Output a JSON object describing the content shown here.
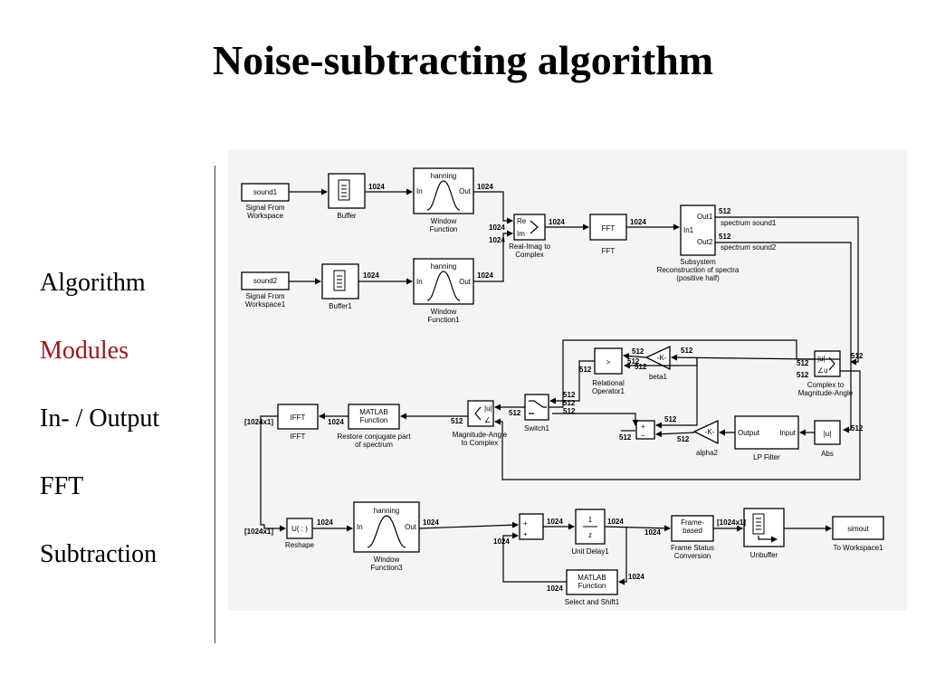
{
  "title": "Noise-subtracting algorithm",
  "nav": {
    "items": [
      "Algorithm",
      "Modules",
      "In- / Output",
      "FFT",
      "Subtraction"
    ],
    "active_index": 1,
    "active_color": "#9c1515"
  },
  "diagram": {
    "blocks": {
      "sound1": {
        "text": "sound1",
        "label": "Signal From\nWorkspace"
      },
      "buffer": {
        "label": "Buffer"
      },
      "win": {
        "text": "hanning",
        "in": "In",
        "out": "Out",
        "label": "Window\nFunction"
      },
      "sound2": {
        "text": "sound2",
        "label": "Signal From\nWorkspace1"
      },
      "buffer1": {
        "label": "Buffer1"
      },
      "win1": {
        "text": "hanning",
        "in": "In",
        "out": "Out",
        "label": "Window\nFunction1"
      },
      "ri2c": {
        "re": "Re",
        "im": "Im",
        "label": "Real-Imag to\nComplex"
      },
      "fft": {
        "text": "FFT",
        "label": "FFT"
      },
      "subsys": {
        "in": "In1",
        "out1": "Out1",
        "out2": "Out2",
        "label": "Subsystem\nReconstruction of spectra\n(positive half)"
      },
      "c2ma": {
        "u": "|u|",
        "ang": "∠u",
        "label": "Complex to\nMagnitude-Angle"
      },
      "beta": {
        "text": "-K-",
        "label": "beta1"
      },
      "relop": {
        "text": ">",
        "label": "Relational\nOperator1"
      },
      "switch": {
        "label": "Switch1"
      },
      "sum1": {
        "plus": "+",
        "minus": "−"
      },
      "alpha": {
        "text": "-K-",
        "label": "alpha2"
      },
      "lpf": {
        "in": "Input",
        "out": "Output",
        "label": "LP Filter"
      },
      "abs": {
        "text": "|u|",
        "label": "Abs"
      },
      "ma2c": {
        "label": "Magnitude-Angle\nto Complex"
      },
      "matlab1": {
        "text": "MATLAB\nFunction",
        "label": "Restore conjugate part\nof spectrum"
      },
      "ifft": {
        "text": "IFFT",
        "label": "IFFT"
      },
      "reshape": {
        "text": "U( : )",
        "label": "Reshape"
      },
      "win3": {
        "text": "hanning",
        "in": "In",
        "out": "Out",
        "label": "Window\nFunction3"
      },
      "sum2": {
        "plus1": "+",
        "plus2": "+"
      },
      "delay": {
        "num": "1",
        "den": "z",
        "label": "Unit Delay1"
      },
      "fsc": {
        "text": "Frame-\nbased",
        "label": "Frame Status\nConversion"
      },
      "unbuffer": {
        "label": "Unbuffer"
      },
      "simout": {
        "text": "simout",
        "label": "To Workspace1"
      },
      "matlab2": {
        "text": "MATLAB\nFunction",
        "label": "Select and Shift1"
      }
    },
    "signals": {
      "s1024": "1024",
      "s512": "512",
      "s1024x1": "[1024x1]",
      "spec1": "spectrum sound1",
      "spec2": "spectrum sound2"
    }
  }
}
